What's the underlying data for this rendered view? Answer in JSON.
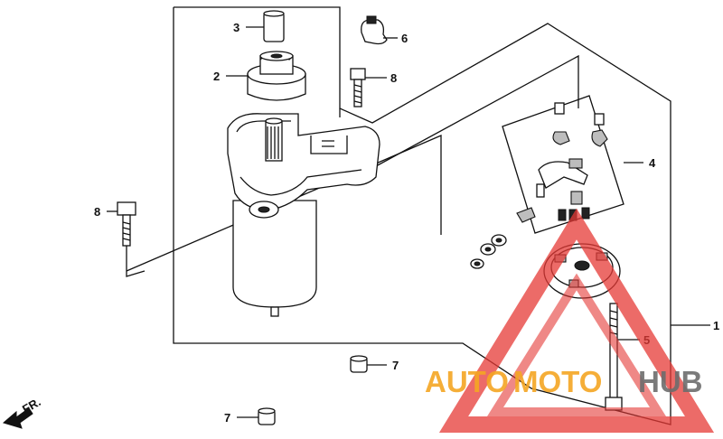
{
  "callouts": [
    {
      "id": "label-3",
      "text": "3"
    },
    {
      "id": "label-2",
      "text": "2"
    },
    {
      "id": "label-6",
      "text": "6"
    },
    {
      "id": "label-8a",
      "text": "8"
    },
    {
      "id": "label-4",
      "text": "4"
    },
    {
      "id": "label-8b",
      "text": "8"
    },
    {
      "id": "label-1",
      "text": "1"
    },
    {
      "id": "label-5",
      "text": "5"
    },
    {
      "id": "label-7a",
      "text": "7"
    },
    {
      "id": "label-7b",
      "text": "7"
    }
  ],
  "direction": {
    "text": "FR."
  },
  "watermark": {
    "part1": "AUTO",
    "part2": "MOTO",
    "part3": "HUB"
  },
  "colors": {
    "watermark_orange": "#f5a623",
    "watermark_red": "#e53935",
    "watermark_grey": "#6d6d6d",
    "line": "#111111"
  }
}
